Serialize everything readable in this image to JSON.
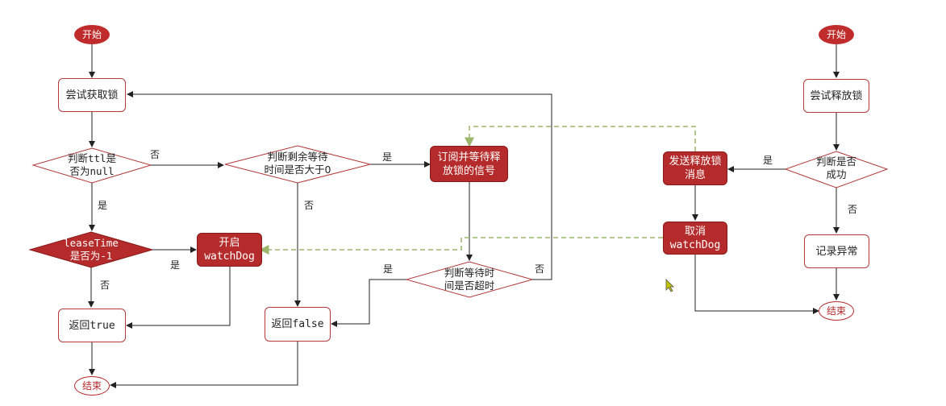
{
  "left": {
    "start": "开始",
    "try_lock": "尝试获取锁",
    "check_ttl": [
      "判断ttl是",
      "否为null"
    ],
    "check_wait": [
      "判断剩余等待",
      "时间是否大于0"
    ],
    "subscribe": [
      "订阅并等待释",
      "放锁的信号"
    ],
    "lease_check": [
      "leaseTime",
      "是否为-1"
    ],
    "watchdog_on": [
      "开启",
      "watchDog"
    ],
    "timeout_check": [
      "判断等待时",
      "间是否超时"
    ],
    "return_true": "返回true",
    "return_false": "返回false",
    "end": "结束"
  },
  "right": {
    "start": "开始",
    "try_release": "尝试释放锁",
    "check_success": [
      "判断是否",
      "成功"
    ],
    "send_release": [
      "发送释放锁",
      "消息"
    ],
    "cancel_watchdog": [
      "取消",
      "watchDog"
    ],
    "log_error": "记录异常",
    "end": "结束"
  },
  "labels": {
    "yes": "是",
    "no": "否"
  },
  "colors": {
    "accent": "#b52a2a",
    "dashed_line": "#9bb56a",
    "line": "#222222"
  }
}
